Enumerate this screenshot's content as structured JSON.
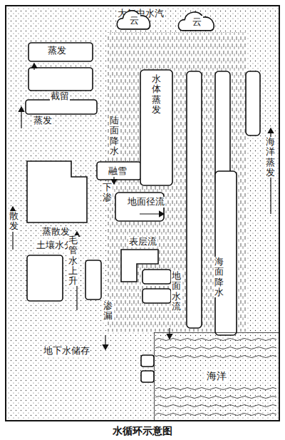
{
  "diagram": {
    "caption": "水循环示意图",
    "nodes": [
      {
        "text": [
          "云"
        ]
      },
      {
        "text": [
          "云"
        ]
      },
      {
        "text": [
          "海洋"
        ]
      }
    ],
    "labels": [
      "大气中水汽",
      "蒸发",
      "截留",
      "蒸发",
      "陆面降水",
      "水体蒸发",
      "海洋蒸发",
      "融雪",
      "下渗",
      "地面径流",
      "散发",
      "蒸散发",
      "土壤水分",
      "表层流",
      "毛管水上升",
      "地面水流",
      "海面降水",
      "渗漏",
      "地下水储存"
    ]
  }
}
